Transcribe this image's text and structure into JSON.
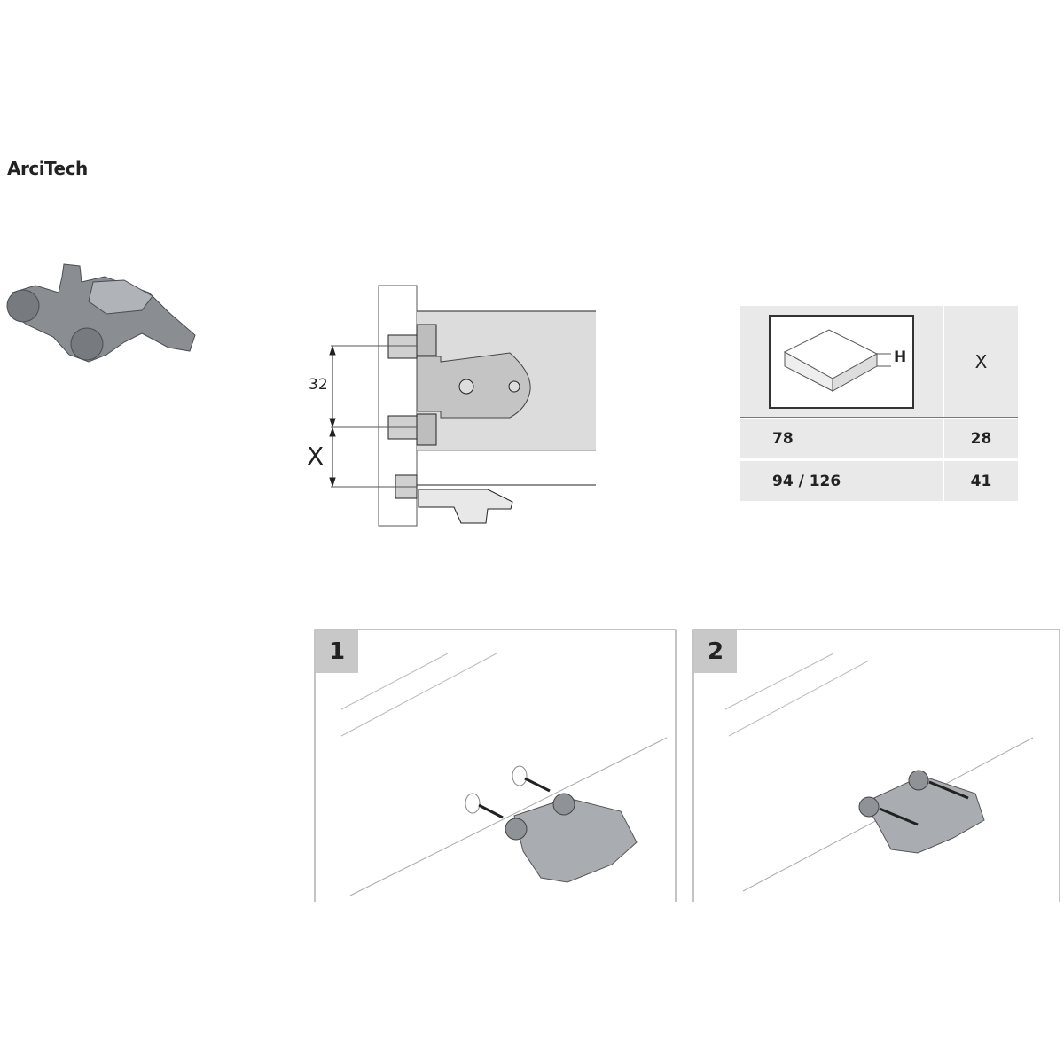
{
  "title": "ArciTech",
  "side_view": {
    "dimension_32": "32",
    "dimension_x": "X"
  },
  "table": {
    "header_h": "H",
    "header_x": "X",
    "rows": [
      {
        "h": "78",
        "x": "28"
      },
      {
        "h": "94 / 126",
        "x": "41"
      }
    ]
  },
  "steps": [
    {
      "number": "1"
    },
    {
      "number": "2"
    }
  ]
}
